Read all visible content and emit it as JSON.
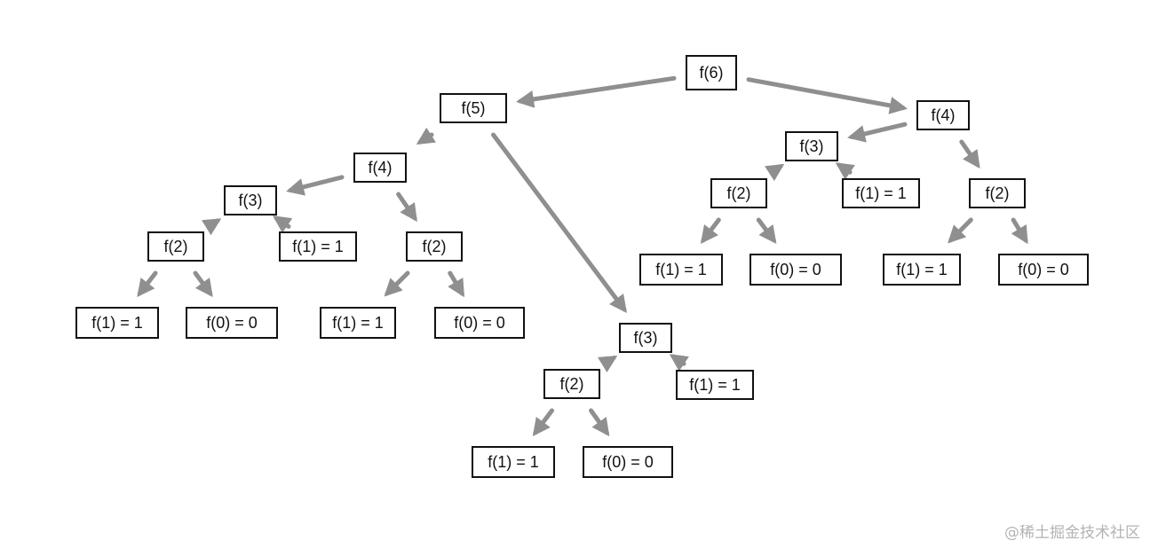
{
  "diagram": {
    "edge_color": "#8f8f8f",
    "box_stroke": "#111111",
    "nodes": [
      {
        "id": "n6",
        "label": "f(6)"
      },
      {
        "id": "n5",
        "label": "f(5)"
      },
      {
        "id": "n4r",
        "label": "f(4)"
      },
      {
        "id": "n4l",
        "label": "f(4)"
      },
      {
        "id": "n3a",
        "label": "f(3)"
      },
      {
        "id": "n2a",
        "label": "f(2)"
      },
      {
        "id": "n1a",
        "label": "f(1) = 1"
      },
      {
        "id": "n0a",
        "label": "f(0) = 0"
      },
      {
        "id": "n1b",
        "label": "f(1) = 1"
      },
      {
        "id": "n2b",
        "label": "f(2)"
      },
      {
        "id": "n1c",
        "label": "f(1) = 1"
      },
      {
        "id": "n0c",
        "label": "f(0) = 0"
      },
      {
        "id": "n3b",
        "label": "f(3)"
      },
      {
        "id": "n2c",
        "label": "f(2)"
      },
      {
        "id": "n1d",
        "label": "f(1) = 1"
      },
      {
        "id": "n0d",
        "label": "f(0) = 0"
      },
      {
        "id": "n1e",
        "label": "f(1) = 1"
      },
      {
        "id": "n3c",
        "label": "f(3)"
      },
      {
        "id": "n2d",
        "label": "f(2)"
      },
      {
        "id": "n1f",
        "label": "f(1) = 1"
      },
      {
        "id": "n0f",
        "label": "f(0) = 0"
      },
      {
        "id": "n1g",
        "label": "f(1) = 1"
      },
      {
        "id": "n2e",
        "label": "f(2)"
      },
      {
        "id": "n1h",
        "label": "f(1) = 1"
      },
      {
        "id": "n0h",
        "label": "f(0) = 0"
      }
    ],
    "edges": [
      [
        "n6",
        "n5"
      ],
      [
        "n6",
        "n4r"
      ],
      [
        "n5",
        "n4l"
      ],
      [
        "n5",
        "n3b"
      ],
      [
        "n4l",
        "n3a"
      ],
      [
        "n4l",
        "n2b"
      ],
      [
        "n3a",
        "n2a"
      ],
      [
        "n3a",
        "n1b"
      ],
      [
        "n2a",
        "n1a"
      ],
      [
        "n2a",
        "n0a"
      ],
      [
        "n2b",
        "n1c"
      ],
      [
        "n2b",
        "n0c"
      ],
      [
        "n3b",
        "n2c"
      ],
      [
        "n3b",
        "n1e"
      ],
      [
        "n2c",
        "n1d"
      ],
      [
        "n2c",
        "n0d"
      ],
      [
        "n4r",
        "n3c"
      ],
      [
        "n4r",
        "n2e"
      ],
      [
        "n3c",
        "n2d"
      ],
      [
        "n3c",
        "n1g"
      ],
      [
        "n2d",
        "n1f"
      ],
      [
        "n2d",
        "n0f"
      ],
      [
        "n2e",
        "n1h"
      ],
      [
        "n2e",
        "n0h"
      ]
    ]
  },
  "watermark": "@稀土掘金技术社区"
}
